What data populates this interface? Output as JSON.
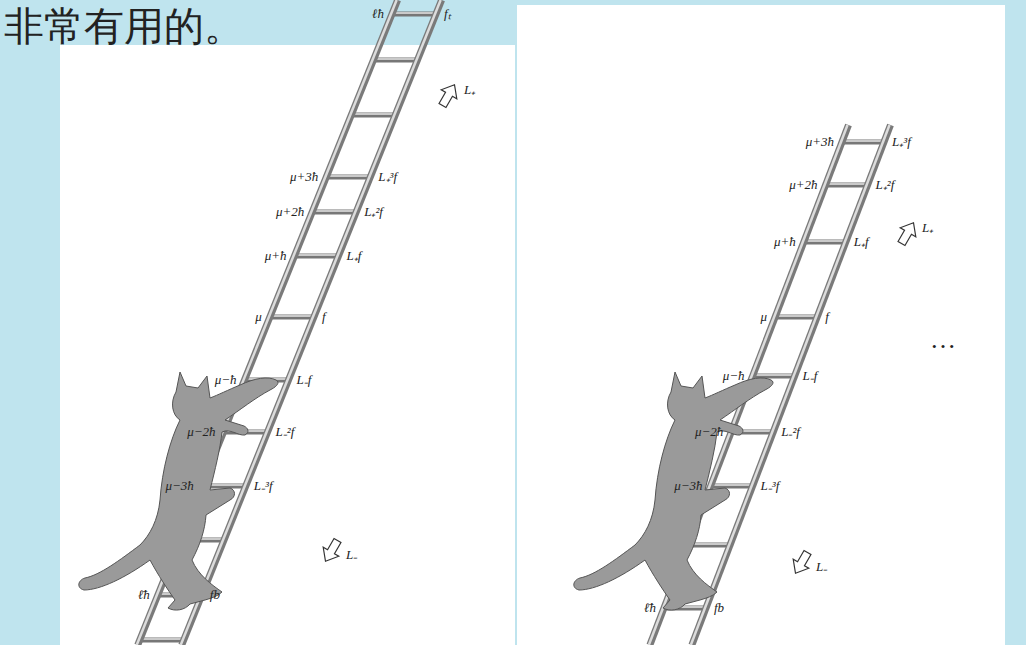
{
  "diagram": {
    "labels": [
      "非常有用的。",
      "ℓħ",
      "fₜ",
      "L₊",
      "μ+3ħ",
      "L₊³f",
      "μ+2ħ",
      "L₊²f",
      "μ+ħ",
      "L₊f",
      "μ",
      "f",
      "μ−ħ",
      "L₋f",
      "μ−2ħ",
      "L₋²f",
      "μ−3ħ",
      "L₋³f",
      "L₋",
      "ℓ̄ħ",
      "fb",
      "μ+3ħ",
      "L₊³f",
      "μ+2ħ",
      "L₊²f",
      "L₊",
      "μ+ħ",
      "L₊f",
      "μ",
      "f",
      "…",
      "μ−ħ",
      "L₋f",
      "μ−2ħ",
      "L₋²f",
      "μ−3ħ",
      "L₋³f",
      "L₋",
      "ℓ̄ħ",
      "fb"
    ]
  }
}
